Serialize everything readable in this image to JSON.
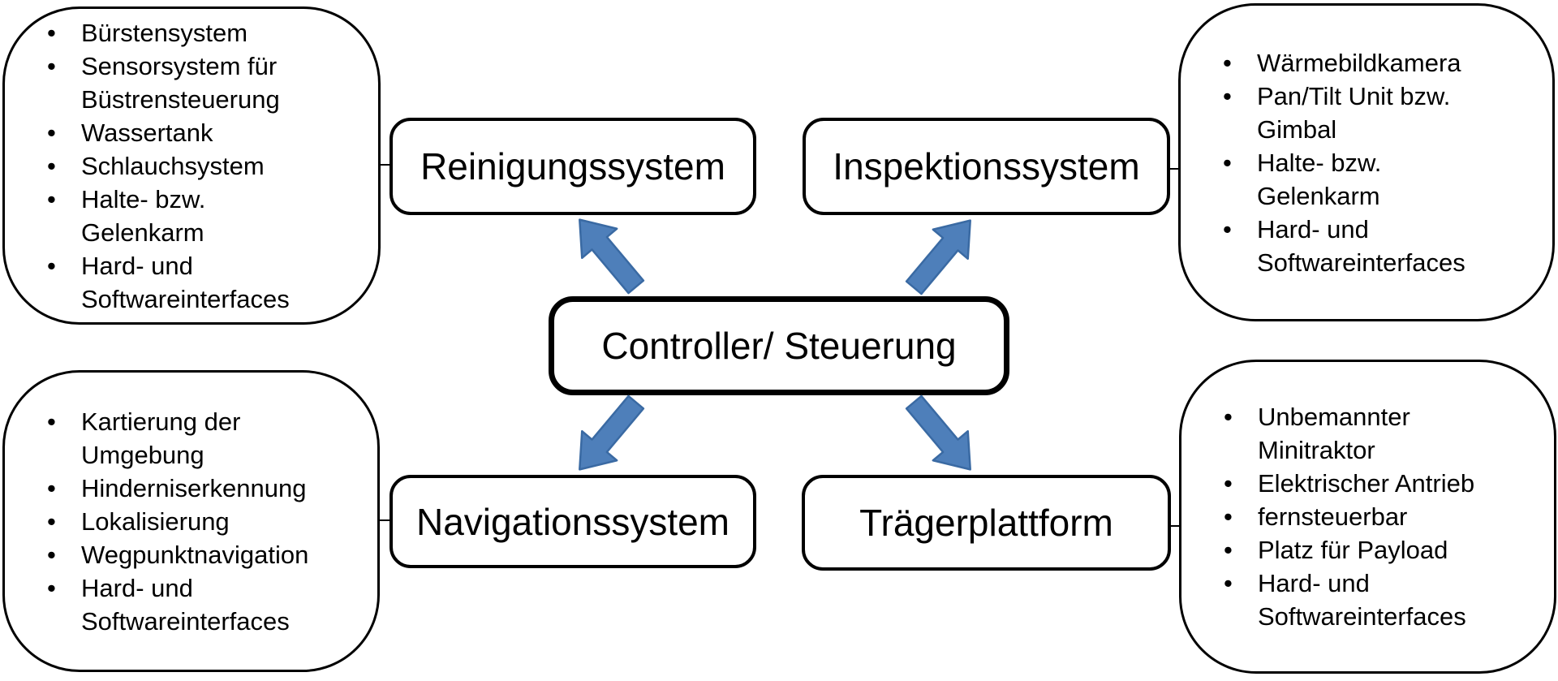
{
  "diagram": {
    "center": {
      "label": "Controller/ Steuerung"
    },
    "nodes": [
      {
        "id": "reinigungssystem",
        "label": "Reinigungssystem"
      },
      {
        "id": "inspektionssystem",
        "label": "Inspektionssystem"
      },
      {
        "id": "navigationssystem",
        "label": "Navigationssystem"
      },
      {
        "id": "traegerplattform",
        "label": "Trägerplattform"
      }
    ],
    "bullet_glyph": "•",
    "bubbles": [
      {
        "position": "top-left",
        "relates_to": "Reinigungssystem",
        "items": [
          "Bürstensystem",
          "Sensorsystem für\nBüstrensteuerung",
          "Wassertank",
          "Schlauchsystem",
          "Halte- bzw.\nGelenkarm",
          "Hard- und\nSoftwareinterfaces"
        ]
      },
      {
        "position": "top-right",
        "relates_to": "Inspektionssystem",
        "items": [
          "Wärmebildkamera",
          "Pan/Tilt Unit bzw.\nGimbal",
          "Halte- bzw.\nGelenkarm",
          "Hard- und\nSoftwareinterfaces"
        ]
      },
      {
        "position": "bottom-left",
        "relates_to": "Navigationssystem",
        "items": [
          "Kartierung der\nUmgebung",
          "Hinderniserkennung",
          "Lokalisierung",
          "Wegpunktnavigation",
          "Hard- und\nSoftwareinterfaces"
        ]
      },
      {
        "position": "bottom-right",
        "relates_to": "Trägerplattform",
        "items": [
          "Unbemannter\nMinitraktor",
          "Elektrischer Antrieb",
          "fernsteuerbar",
          "Platz für Payload",
          "Hard- und\nSoftwareinterfaces"
        ]
      }
    ],
    "colors": {
      "arrow_fill": "#4E7FBA",
      "arrow_stroke": "#3A6AA3",
      "border": "#000000",
      "background": "#FFFFFF"
    }
  }
}
